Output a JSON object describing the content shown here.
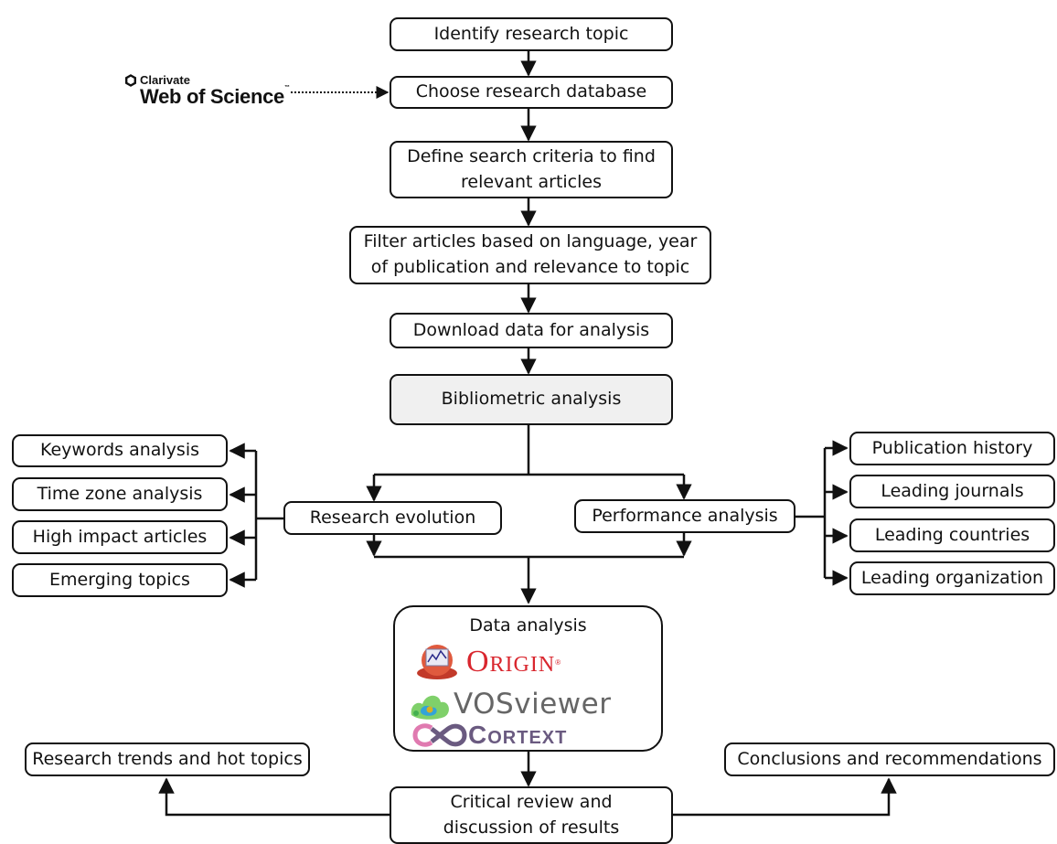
{
  "header_logo": {
    "brand_small": "Clarivate",
    "brand_big": "Web of Science",
    "tm": "™"
  },
  "steps": {
    "identify": "Identify research topic",
    "choose_db": "Choose research database",
    "define_line1": "Define search criteria to find",
    "define_line2": "relevant articles",
    "filter_line1": "Filter articles based on language, year",
    "filter_line2": "of publication and relevance to topic",
    "download": "Download data for analysis",
    "bibliometric": "Bibliometric analysis",
    "research_evolution": "Research evolution",
    "performance_analysis": "Performance analysis",
    "data_analysis": "Data analysis",
    "critical_line1": "Critical review and",
    "critical_line2": "discussion of results",
    "trends": "Research trends and hot topics",
    "conclusions": "Conclusions and recommendations"
  },
  "left_items": [
    "Keywords analysis",
    "Time zone analysis",
    "High impact articles",
    "Emerging topics"
  ],
  "right_items": [
    "Publication history",
    "Leading journals",
    "Leading countries",
    "Leading organization"
  ],
  "tools": {
    "origin": "Origin",
    "origin_tm": "®",
    "vosviewer": "VOSviewer",
    "cortext": "Cortext"
  },
  "colors": {
    "origin_red": "#d9262e",
    "vos_grey": "#666666",
    "cortext_purple": "#6a5a80",
    "bibliometric_fill": "#f0f0f0"
  }
}
